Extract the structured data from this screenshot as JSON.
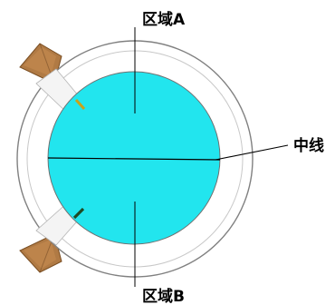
{
  "labels": {
    "region_a": "区域A",
    "region_b": "区域B",
    "midline": "中线"
  },
  "colors": {
    "inner_disc": "#22e5ee",
    "outer_ring": "#ffffff",
    "ring_stroke": "#808080",
    "wood": "#b07a44",
    "wood_dark": "#7a4e22",
    "background": "#ffffff"
  }
}
